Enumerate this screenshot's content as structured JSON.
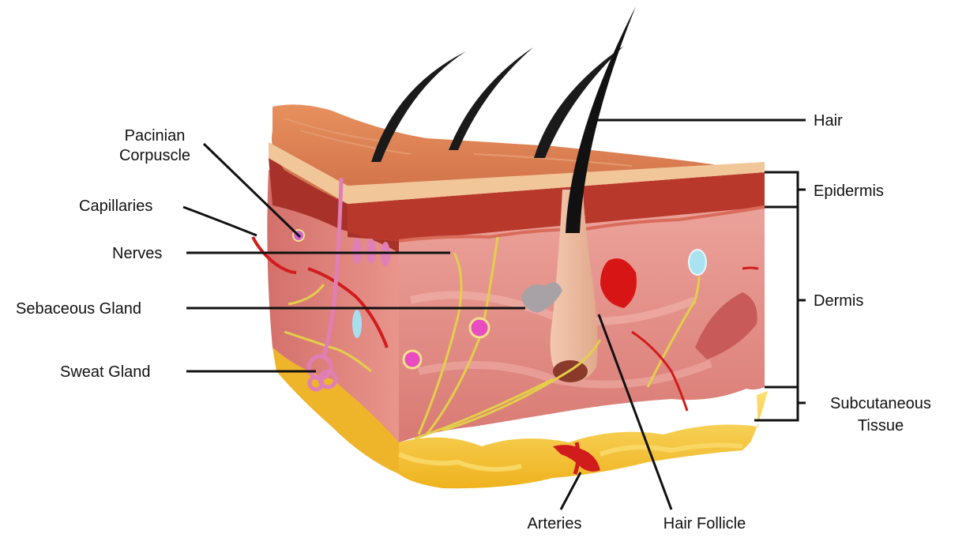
{
  "labels": {
    "hair": "Hair",
    "pacinian_1": "Pacinian",
    "pacinian_2": "Corpuscle",
    "epidermis": "Epidermis",
    "capillaries": "Capillaries",
    "nerves": "Nerves",
    "dermis": "Dermis",
    "sebaceous": "Sebaceous Gland",
    "sweat": "Sweat Gland",
    "subcutaneous_1": "Subcutaneous",
    "subcutaneous_2": "Tissue",
    "arteries": "Arteries",
    "hair_follicle": "Hair Follicle"
  },
  "colors": {
    "fat": "#f7c531",
    "dermis": "#e38a80",
    "epidermis_top": "#d97a52",
    "epidermis_band": "#b8392c",
    "hair": "#1a1a1a",
    "nerve": "#e3cf4a",
    "artery": "#d11c1c",
    "gland": "#e07fb6"
  }
}
